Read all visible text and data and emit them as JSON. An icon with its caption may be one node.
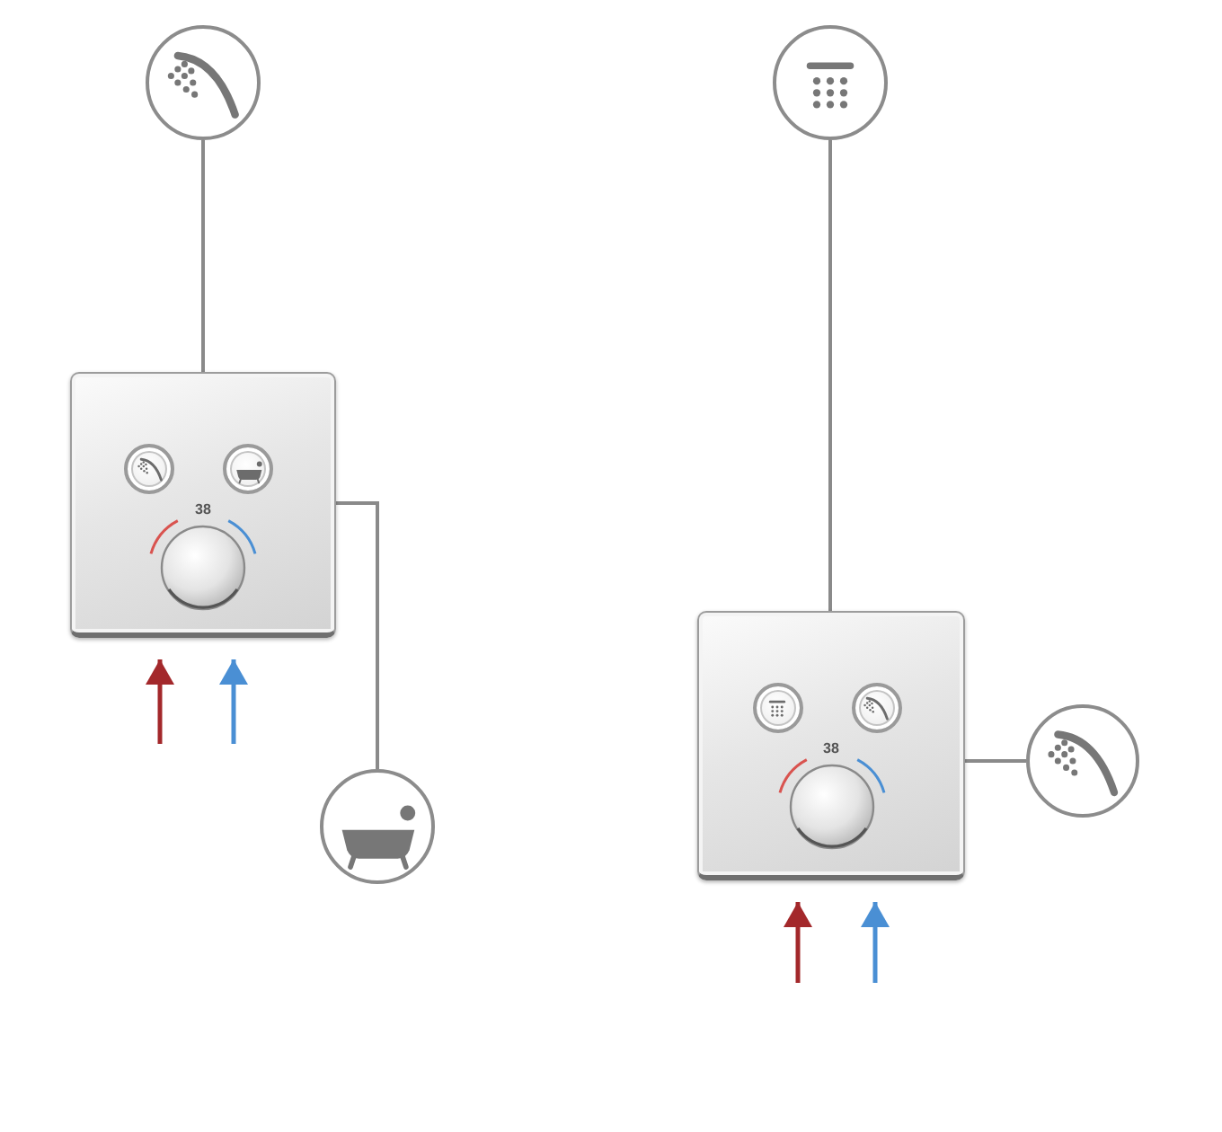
{
  "diagram": {
    "nodes": [
      {
        "text": [],
        "shape": "circle"
      },
      {
        "text": [
          "38"
        ]
      },
      {
        "text": [],
        "shape": "circle"
      },
      {
        "text": [],
        "shape": "circle"
      },
      {
        "text": [
          "38"
        ]
      },
      {
        "text": [],
        "shape": "circle"
      }
    ],
    "edges": [
      {
        "from": 0,
        "to": 1,
        "arrow": "none"
      },
      {
        "from": 1,
        "to": 2,
        "arrow": "none"
      },
      {
        "from": null,
        "to": 1,
        "arrow": "to",
        "color": "#a3282b"
      },
      {
        "from": null,
        "to": 1,
        "arrow": "to",
        "color": "#4a8fd4"
      },
      {
        "from": 3,
        "to": 4,
        "arrow": "none"
      },
      {
        "from": 4,
        "to": 5,
        "arrow": "none"
      },
      {
        "from": null,
        "to": 4,
        "arrow": "to",
        "color": "#a3282b"
      },
      {
        "from": null,
        "to": 4,
        "arrow": "to",
        "color": "#4a8fd4"
      }
    ]
  }
}
